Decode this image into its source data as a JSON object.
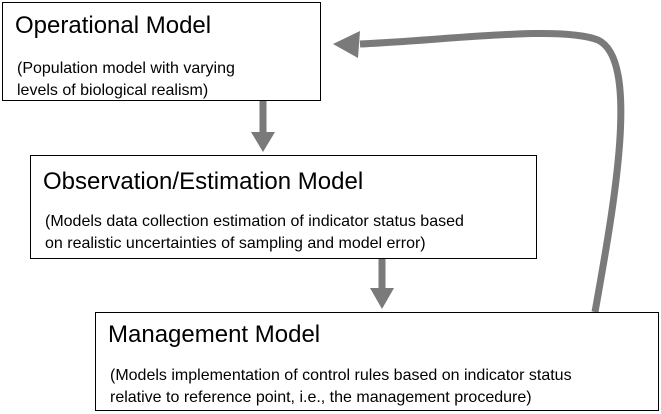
{
  "diagram": {
    "boxes": {
      "operational": {
        "title": "Operational Model",
        "desc_line1": "(Population model with varying",
        "desc_line2": "levels of biological realism)"
      },
      "observation": {
        "title": "Observation/Estimation Model",
        "desc_line1": "(Models data collection estimation of indicator status based",
        "desc_line2": "on realistic uncertainties of sampling and model error)"
      },
      "management": {
        "title": "Management Model",
        "desc_line1": "(Models implementation of control rules based on indicator status",
        "desc_line2": "relative to reference point, i.e., the management procedure)"
      }
    },
    "arrows": [
      {
        "from": "operational",
        "to": "observation"
      },
      {
        "from": "observation",
        "to": "management"
      },
      {
        "from": "management",
        "to": "operational",
        "style": "feedback-loop"
      }
    ],
    "colors": {
      "arrow": "#7a7a7a",
      "border": "#000000",
      "text": "#000000",
      "background": "#ffffff"
    }
  }
}
